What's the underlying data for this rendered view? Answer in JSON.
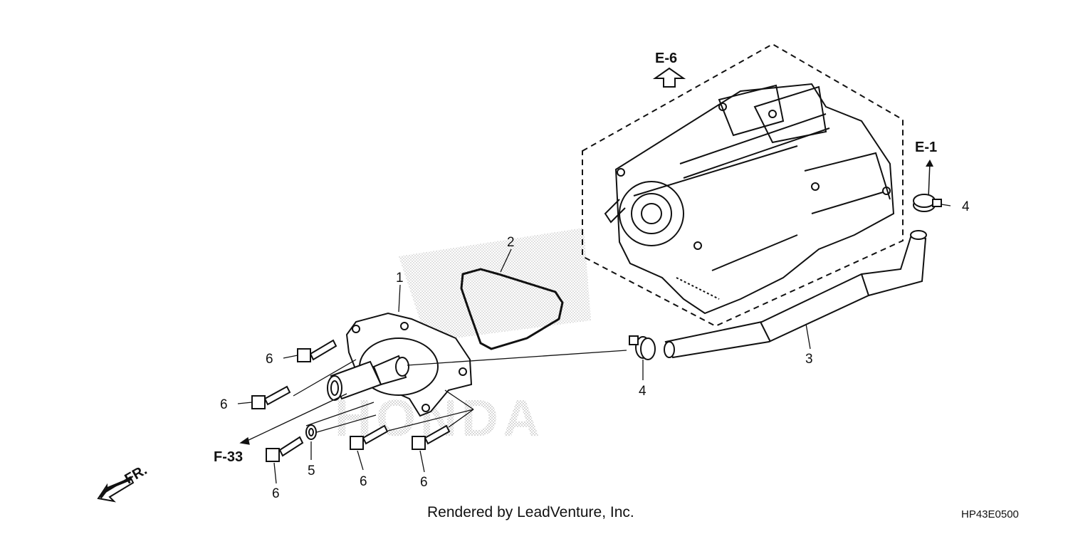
{
  "diagram": {
    "ref_labels": {
      "e6": "E-6",
      "e1": "E-1",
      "f33": "F-33",
      "fr": "FR."
    },
    "callouts": {
      "c1": "1",
      "c2": "2",
      "c3": "3",
      "c4_top": "4",
      "c4_mid": "4",
      "c5": "5",
      "c6_a": "6",
      "c6_b": "6",
      "c6_c": "6",
      "c6_d": "6",
      "c6_e": "6"
    },
    "watermark": "HONDA",
    "credit": "Rendered by LeadVenture, Inc.",
    "diagram_code": "HP43E0500"
  },
  "colors": {
    "line": "#111111",
    "watermark": "#cfcfcf"
  }
}
